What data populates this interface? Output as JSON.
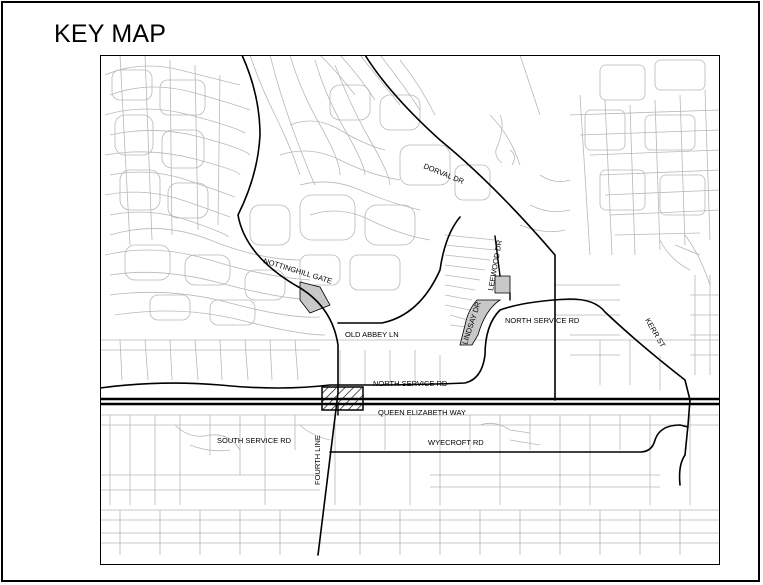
{
  "title": "KEY MAP",
  "streets": {
    "dorval": "DORVAL DR",
    "nottinghill": "NOTTINGHILL GATE",
    "lindsay": "LINDSAY DR",
    "leewood": "LEEWOOD DR",
    "north_service_east": "NORTH SERVICE RD",
    "kerr": "KERR ST",
    "old_abbey": "OLD ABBEY LN",
    "north_service_west": "NORTH SERVICE RD",
    "qew": "QUEEN ELIZABETH WAY",
    "south_service": "SOUTH SERVICE RD",
    "wyecroft": "WYECROFT RD",
    "fourth_line": "FOURTH LINE"
  },
  "colors": {
    "street_grid": "#b8b8b8",
    "major_road": "#000000",
    "site_fill": "#c8c8c8"
  }
}
